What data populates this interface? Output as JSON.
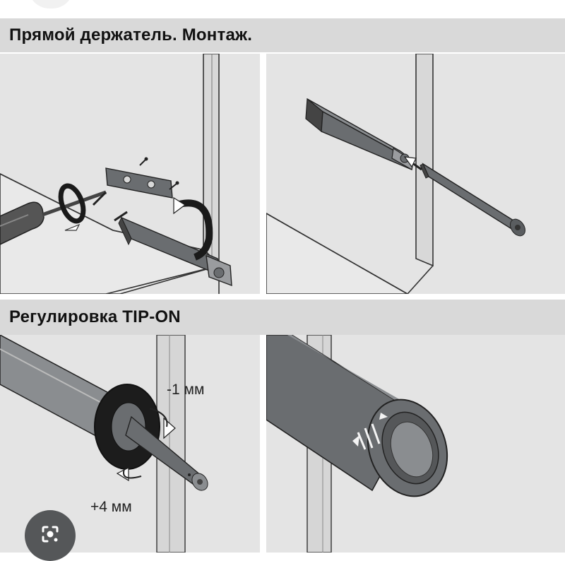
{
  "sections": [
    {
      "title": "Прямой держатель. Монтаж."
    },
    {
      "title": "Регулировка TIP-ON"
    }
  ],
  "annotations": {
    "minus": "-1 мм",
    "plus": "+4 мм"
  },
  "colors": {
    "header_bg": "#d9d9d9",
    "panel_bg": "#e4e4e4",
    "dark_part": "#6a6d70",
    "lens_button": "#555759"
  },
  "overlay": {
    "icon": "google-lens-icon"
  }
}
